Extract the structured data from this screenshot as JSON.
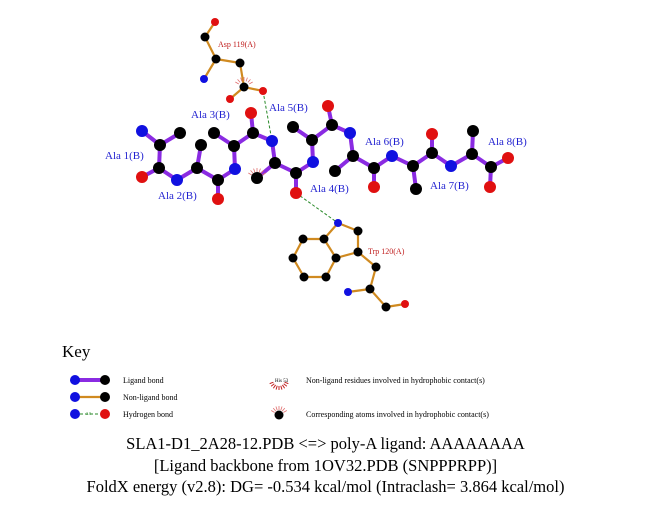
{
  "residues": {
    "ligand": [
      "Ala 1(B)",
      "Ala 2(B)",
      "Ala 3(B)",
      "Ala 4(B)",
      "Ala 5(B)",
      "Ala 6(B)",
      "Ala 7(B)",
      "Ala 8(B)"
    ],
    "asp": "Asp 119(A)",
    "trp": "Trp 120(A)"
  },
  "key": {
    "title": "Key",
    "ligand_bond": "Ligand bond",
    "nonligand_bond": "Non-ligand bond",
    "hydrogen_bond": "Hydrogen bond",
    "hbond_distance": "3.0",
    "example_residue": "His 53",
    "hydrophobic_residues": "Non-ligand residues involved in hydrophobic contact(s)",
    "hydrophobic_atoms": "Corresponding atoms involved in hydrophobic contact(s)"
  },
  "caption": {
    "line1": "SLA1-D1_2A28-12.PDB <=> poly-A ligand: AAAAAAAA",
    "line2": "[Ligand backbone from 1OV32.PDB (SNPPPRPP)]",
    "line3": "FoldX energy (v2.8): DG= -0.534 kcal/mol (Intraclash= 3.864 kcal/mol)"
  },
  "colors": {
    "ligand_bond": "#8a2be2",
    "nonligand_bond": "#d08a20",
    "nitrogen": "#1010e0",
    "oxygen": "#e01010",
    "carbon": "#000000",
    "hbond": "#2a8a2a",
    "label": "#1f1fd0",
    "residue_label": "#c02020"
  }
}
